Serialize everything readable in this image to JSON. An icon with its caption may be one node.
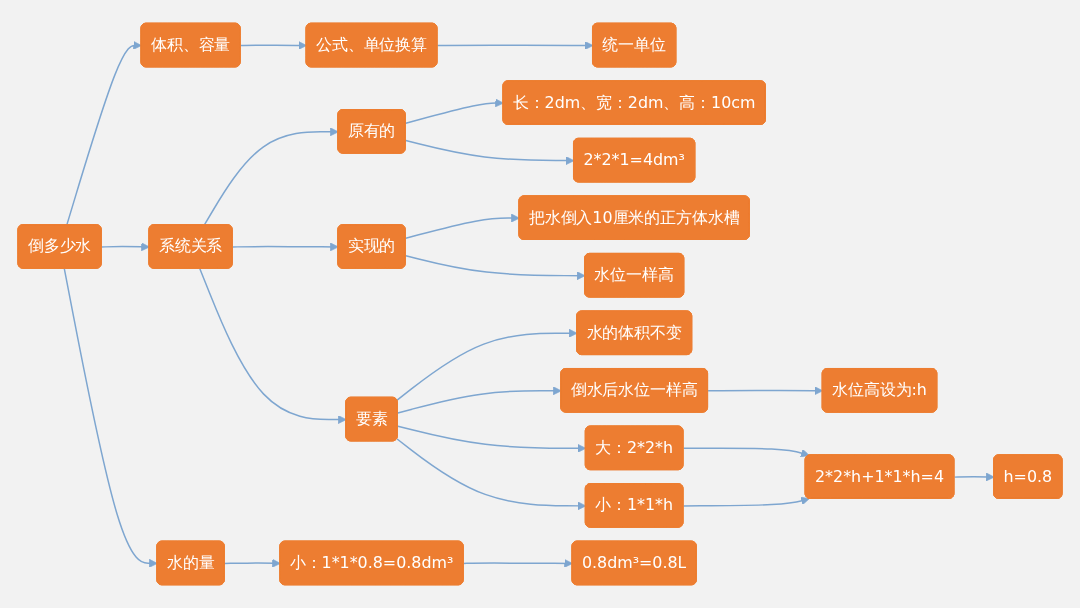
{
  "diagram": {
    "nodes": [
      {
        "text": [
          "倒多少水"
        ]
      },
      {
        "text": [
          "体积、容量"
        ]
      },
      {
        "text": [
          "公式、单位换算"
        ]
      },
      {
        "text": [
          "统一单位"
        ]
      },
      {
        "text": [
          "系统关系"
        ]
      },
      {
        "text": [
          "原有的"
        ]
      },
      {
        "text": [
          "长：2dm、宽：2dm、高：10cm"
        ]
      },
      {
        "text": [
          "2*2*1=4dm³"
        ]
      },
      {
        "text": [
          "实现的"
        ]
      },
      {
        "text": [
          "把水倒入10厘米的正方体水槽"
        ]
      },
      {
        "text": [
          "水位一样高"
        ]
      },
      {
        "text": [
          "要素"
        ]
      },
      {
        "text": [
          "水的体积不变"
        ]
      },
      {
        "text": [
          "倒水后水位一样高"
        ]
      },
      {
        "text": [
          "水位高设为:h"
        ]
      },
      {
        "text": [
          "大：2*2*h"
        ]
      },
      {
        "text": [
          "2*2*h+1*1*h=4"
        ]
      },
      {
        "text": [
          "h=0.8"
        ]
      },
      {
        "text": [
          "小：1*1*h"
        ]
      },
      {
        "text": [
          "水的量"
        ]
      },
      {
        "text": [
          "小：1*1*0.8=0.8dm³"
        ]
      },
      {
        "text": [
          "0.8dm³=0.8L"
        ]
      }
    ],
    "edges": [
      {
        "from": 0,
        "to": 1,
        "arrow": "to"
      },
      {
        "from": 1,
        "to": 2,
        "arrow": "to"
      },
      {
        "from": 2,
        "to": 3,
        "arrow": "to"
      },
      {
        "from": 0,
        "to": 4,
        "arrow": "to"
      },
      {
        "from": 4,
        "to": 5,
        "arrow": "to"
      },
      {
        "from": 5,
        "to": 6,
        "arrow": "to"
      },
      {
        "from": 5,
        "to": 7,
        "arrow": "to"
      },
      {
        "from": 4,
        "to": 8,
        "arrow": "to"
      },
      {
        "from": 8,
        "to": 9,
        "arrow": "to"
      },
      {
        "from": 8,
        "to": 10,
        "arrow": "to"
      },
      {
        "from": 4,
        "to": 11,
        "arrow": "to"
      },
      {
        "from": 11,
        "to": 12,
        "arrow": "to"
      },
      {
        "from": 11,
        "to": 13,
        "arrow": "to"
      },
      {
        "from": 13,
        "to": 14,
        "arrow": "to"
      },
      {
        "from": 11,
        "to": 15,
        "arrow": "to"
      },
      {
        "from": 11,
        "to": 18,
        "arrow": "to"
      },
      {
        "from": 15,
        "to": 16,
        "arrow": "to"
      },
      {
        "from": 18,
        "to": 16,
        "arrow": "to"
      },
      {
        "from": 16,
        "to": 17,
        "arrow": "to"
      },
      {
        "from": 0,
        "to": 19,
        "arrow": "to"
      },
      {
        "from": 19,
        "to": 20,
        "arrow": "to"
      },
      {
        "from": 20,
        "to": 21,
        "arrow": "to"
      }
    ]
  }
}
